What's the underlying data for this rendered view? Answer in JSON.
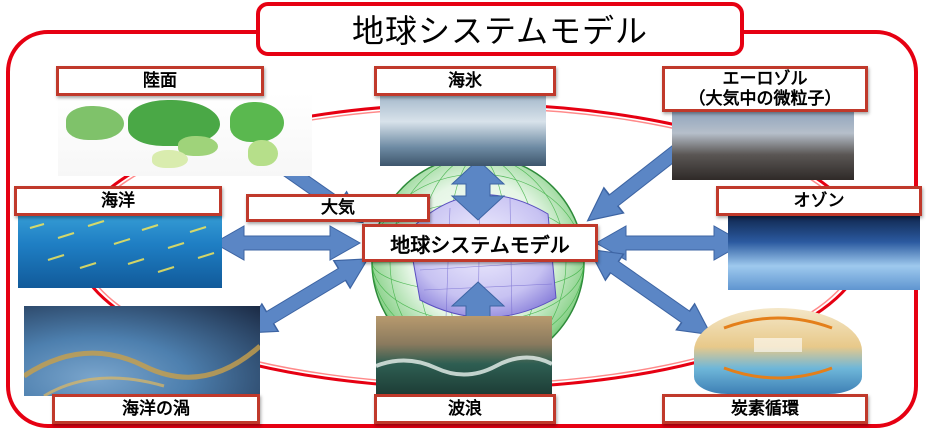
{
  "diagram": {
    "title": "地球システムモデル",
    "center_label": "地球システムモデル",
    "nodes": {
      "land": "陸面",
      "sea_ice": "海氷",
      "aerosol_line1": "エーロゾル",
      "aerosol_line2": "（大気中の微粒子）",
      "ocean": "海洋",
      "atmosphere": "大気",
      "ozone": "オゾン",
      "ocean_eddy": "海洋の渦",
      "waves": "波浪",
      "carbon_cycle": "炭素循環"
    },
    "colors": {
      "frame_red": "#e60012",
      "arrow_blue": "#5b86c5",
      "globe_green": "#3cb043",
      "globe_blue": "#7b6fd6"
    }
  }
}
